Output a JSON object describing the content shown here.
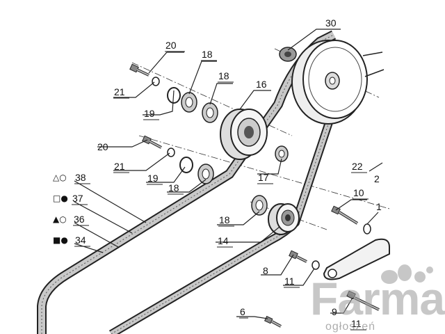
{
  "callouts": [
    {
      "id": "c20a",
      "text": "20"
    },
    {
      "id": "c18a",
      "text": "18"
    },
    {
      "id": "c18b",
      "text": "18"
    },
    {
      "id": "c30",
      "text": "30"
    },
    {
      "id": "c21a",
      "text": "21"
    },
    {
      "id": "c16",
      "text": "16"
    },
    {
      "id": "c19a",
      "text": "19"
    },
    {
      "id": "c20b",
      "text": "20"
    },
    {
      "id": "c21b",
      "text": "21"
    },
    {
      "id": "c19b",
      "text": "19"
    },
    {
      "id": "c18c",
      "text": "18"
    },
    {
      "id": "c17",
      "text": "17"
    },
    {
      "id": "c22",
      "text": "22"
    },
    {
      "id": "c2",
      "text": "2"
    },
    {
      "id": "c10",
      "text": "10"
    },
    {
      "id": "c1",
      "text": "1"
    },
    {
      "id": "c38",
      "text": "38"
    },
    {
      "id": "c37",
      "text": "37"
    },
    {
      "id": "c36",
      "text": "36"
    },
    {
      "id": "c34",
      "text": "34"
    },
    {
      "id": "c18d",
      "text": "18"
    },
    {
      "id": "c14",
      "text": "14"
    },
    {
      "id": "c8",
      "text": "8"
    },
    {
      "id": "c11a",
      "text": "11"
    },
    {
      "id": "c6",
      "text": "6"
    },
    {
      "id": "c9",
      "text": "9"
    },
    {
      "id": "c11b",
      "text": "11"
    }
  ],
  "legend_symbols": {
    "s38": "△○",
    "s37": "□●",
    "s36": "▲○",
    "s34": "■●"
  },
  "watermark": {
    "brand": "Farma",
    "sub": "ogłoszeń"
  }
}
